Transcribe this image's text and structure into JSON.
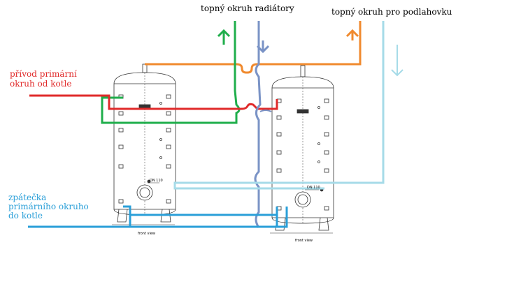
{
  "labels": {
    "radiators": "topný okruh radiátory",
    "floor_heating": "topný okruh pro podlahovku",
    "supply_line1": "přívod primární",
    "supply_line2": "okruh od kotle",
    "return_line1": "zpátečka",
    "return_line2": "primárního okruho",
    "return_line3": "do kotle",
    "front_view_left": "front view",
    "front_view_right": "front view",
    "dn_left": "DN 110",
    "dn_right": "DN 110"
  },
  "colors": {
    "orange": "#f08a2e",
    "green": "#1fae4b",
    "red": "#e02a2a",
    "steel": "#7a93c6",
    "light_blue": "#a6dbe8",
    "blue": "#2a9fd8",
    "supply_text": "#e02a2a",
    "return_text": "#2a9fd8"
  }
}
